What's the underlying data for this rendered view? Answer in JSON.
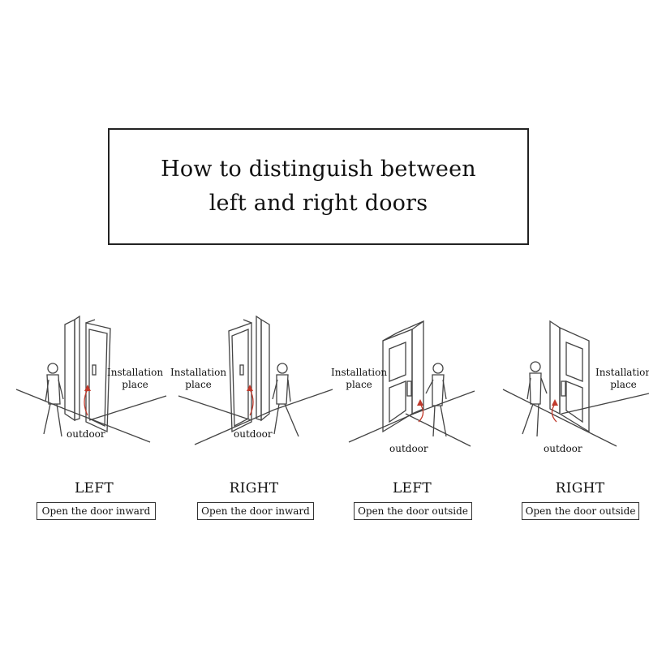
{
  "title": {
    "line1": "How to distinguish between",
    "line2": "left and right doors"
  },
  "labels": {
    "installation": "Installation",
    "place": "place",
    "outdoor": "outdoor"
  },
  "panels": [
    {
      "caption": "LEFT",
      "description": "Open the door inward"
    },
    {
      "caption": "RIGHT",
      "description": "Open the door inward"
    },
    {
      "caption": "LEFT",
      "description": "Open the door outside"
    },
    {
      "caption": "RIGHT",
      "description": "Open the door outside"
    }
  ],
  "colors": {
    "line": "#444444",
    "arrow": "#c0392b"
  }
}
